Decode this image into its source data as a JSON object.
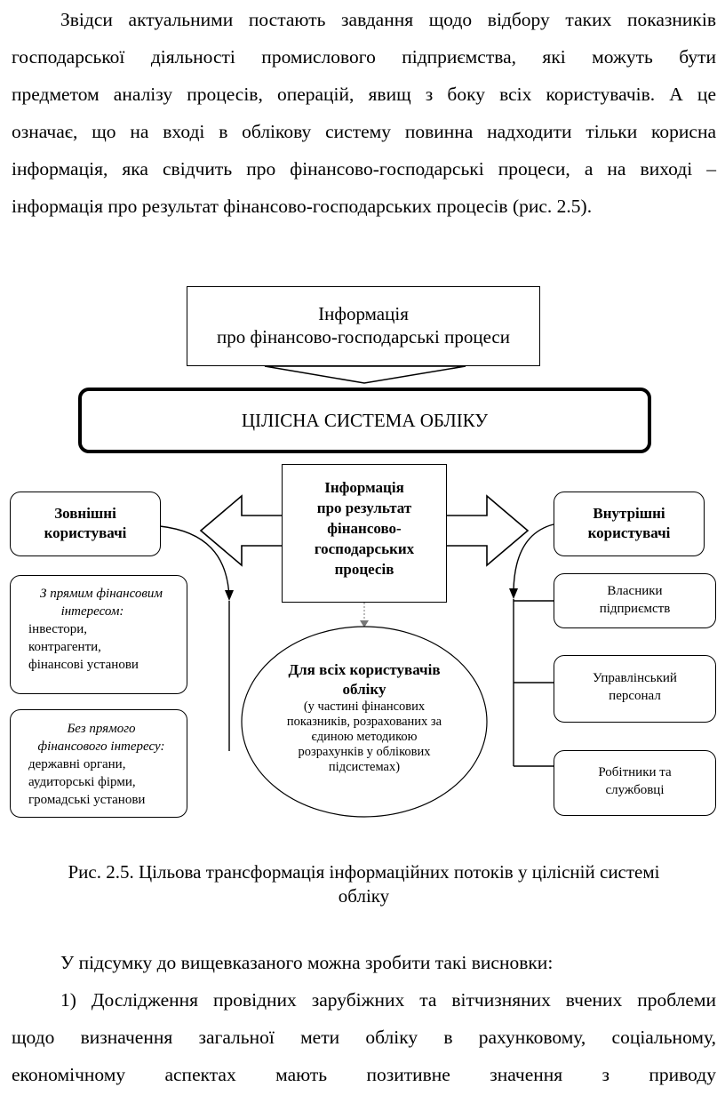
{
  "paragraph1": [
    "Звідси актуальними постають завдання щодо відбору таких показників",
    "господарської діяльності промислового підприємства, які можуть бути",
    "предметом аналізу процесів, операцій, явищ з боку всіх користувачів. А це",
    "означає, що на вході в облікову систему повинна надходити тільки корисна",
    "інформація, яка свідчить про фінансово-господарські процеси, а на виході –",
    "інформація про результат фінансово-господарських процесів (рис. 2.5)."
  ],
  "diagram": {
    "top_box": [
      "Інформація",
      "про фінансово-господарські процеси"
    ],
    "system_box": "ЦІЛІСНА СИСТЕМА ОБЛІКУ",
    "center_box": [
      "Інформація",
      "про результат",
      "фінансово-",
      "господарських",
      "процесів"
    ],
    "external": {
      "title": [
        "Зовнішні",
        "користувачі"
      ],
      "group1_title": [
        "З прямим фінансовим",
        "інтересом:"
      ],
      "group1_items": [
        "інвестори,",
        "контрагенти,",
        "фінансові установи"
      ],
      "group2_title": [
        "Без прямого",
        "фінансового інтересу:"
      ],
      "group2_items": [
        "державні органи,",
        "аудиторські фірми,",
        "громадські установи"
      ]
    },
    "internal": {
      "title": [
        "Внутрішні",
        "користувачі"
      ],
      "items": [
        [
          "Власники",
          "підприємств"
        ],
        [
          "Управлінський",
          "персонал"
        ],
        [
          "Робітники та",
          "службовці"
        ]
      ]
    },
    "ellipse": {
      "title": [
        "Для всіх користувачів",
        "обліку"
      ],
      "text": [
        "(у частині фінансових",
        "показників, розрахованих за",
        "єдиною методикою",
        "розрахунків у облікових",
        "підсистемах)"
      ]
    }
  },
  "caption": [
    "Рис. 2.5. Цільова трансформація інформаційних потоків у цілісній системі",
    "обліку"
  ],
  "paragraph2": "У підсумку до вищевказаного можна зробити такі висновки:",
  "paragraph3": [
    "1) Дослідження провідних зарубіжних та вітчизняних вчених проблеми",
    "щодо визначення загальної мети обліку в рахунковому, соціальному,",
    "економічному аспектах мають позитивне значення з приводу"
  ]
}
